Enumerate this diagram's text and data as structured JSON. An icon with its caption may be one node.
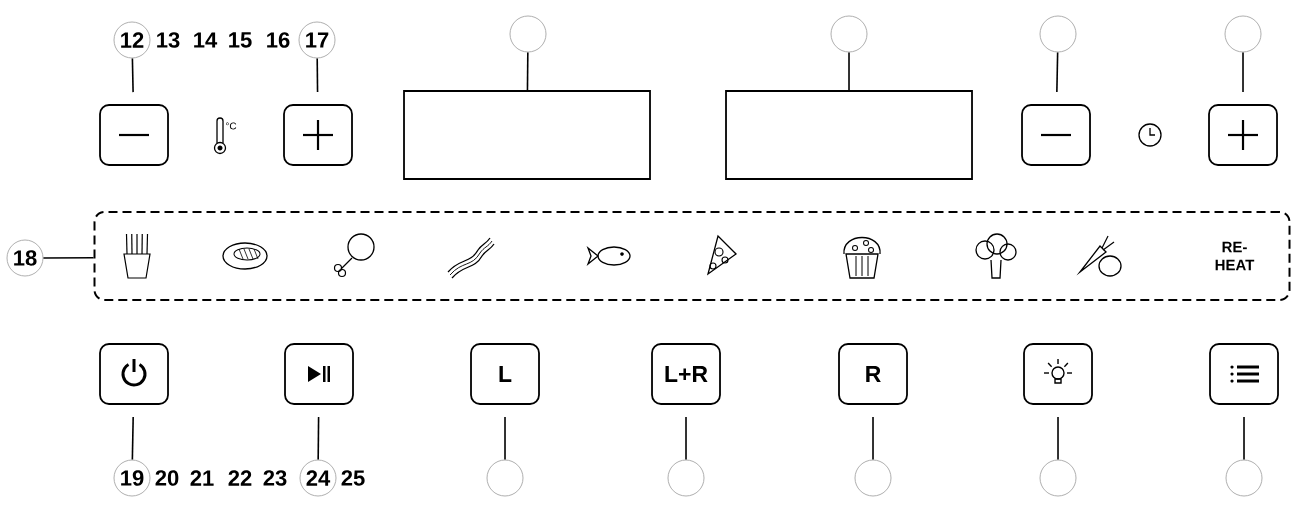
{
  "diagram": {
    "nodes": [
      {
        "text": [
          "12"
        ]
      },
      {
        "text": [
          "17"
        ]
      },
      {
        "text": [],
        "shape": "circle"
      },
      {
        "text": [],
        "shape": "circle"
      },
      {
        "text": [],
        "shape": "circle"
      },
      {
        "text": [],
        "shape": "circle"
      },
      {
        "text": [],
        "shape": "box"
      },
      {
        "text": [],
        "shape": "box"
      },
      {
        "text": [],
        "shape": "box"
      },
      {
        "text": [],
        "shape": "box"
      },
      {
        "text": [],
        "shape": "box"
      },
      {
        "text": [],
        "shape": "box"
      },
      {
        "text": [
          "18"
        ]
      },
      {
        "text": [
          "RE- HEAT"
        ]
      },
      {
        "text": [],
        "shape": "box"
      },
      {
        "text": [],
        "shape": "box"
      },
      {
        "text": [
          "L"
        ]
      },
      {
        "text": [
          "L+R"
        ]
      },
      {
        "text": [
          "R"
        ]
      },
      {
        "text": [],
        "shape": "box"
      },
      {
        "text": [],
        "shape": "box"
      },
      {
        "text": [
          "19"
        ]
      },
      {
        "text": [
          "24"
        ]
      },
      {
        "text": [],
        "shape": "circle"
      },
      {
        "text": [],
        "shape": "circle"
      },
      {
        "text": [],
        "shape": "circle"
      },
      {
        "text": [],
        "shape": "circle"
      },
      {
        "text": [],
        "shape": "circle"
      }
    ],
    "edges": [
      {
        "from": 0,
        "to": 6,
        "arrow": "none"
      },
      {
        "from": 1,
        "to": 7,
        "arrow": "none"
      },
      {
        "from": 2,
        "to": 8,
        "arrow": "none"
      },
      {
        "from": 3,
        "to": 9,
        "arrow": "none"
      },
      {
        "from": 4,
        "to": 10,
        "arrow": "none"
      },
      {
        "from": 5,
        "to": 11,
        "arrow": "none"
      },
      {
        "from": 12,
        "to": 13,
        "arrow": "none"
      },
      {
        "from": 21,
        "to": 14,
        "arrow": "none"
      },
      {
        "from": 22,
        "to": 15,
        "arrow": "none"
      },
      {
        "from": 23,
        "to": 16,
        "arrow": "none"
      },
      {
        "from": 24,
        "to": 17,
        "arrow": "none"
      },
      {
        "from": 25,
        "to": 18,
        "arrow": "none"
      },
      {
        "from": 26,
        "to": 19,
        "arrow": "none"
      },
      {
        "from": 27,
        "to": 20,
        "arrow": "none"
      }
    ],
    "labels": [
      "13",
      "14",
      "15",
      "16",
      "°C",
      "20",
      "21",
      "22",
      "23",
      "25"
    ]
  }
}
